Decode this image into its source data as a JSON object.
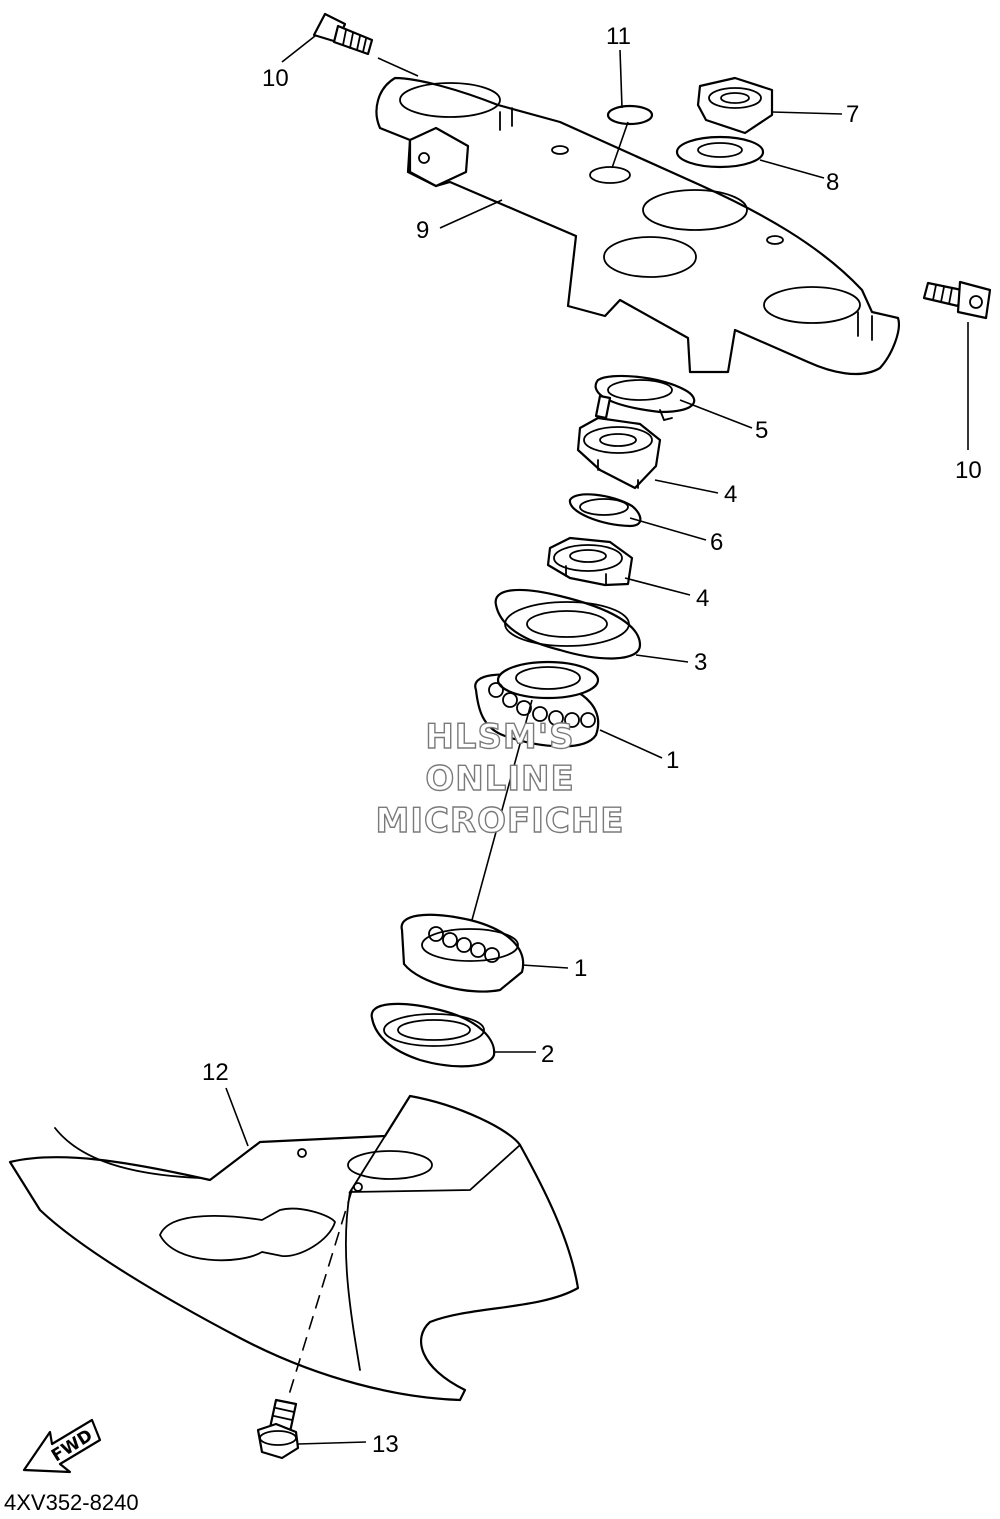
{
  "diagram": {
    "drawing_code": "4XV352-8240",
    "watermark": [
      "HLSM'S",
      "ONLINE",
      "MICROFICHE"
    ],
    "direction_marker": {
      "label": "FWD",
      "icon": "fwd-arrow-icon"
    },
    "callouts": [
      "10",
      "11",
      "7",
      "8",
      "9",
      "5",
      "10",
      "4",
      "6",
      "4",
      "3",
      "1",
      "1",
      "2",
      "12",
      "13"
    ]
  }
}
